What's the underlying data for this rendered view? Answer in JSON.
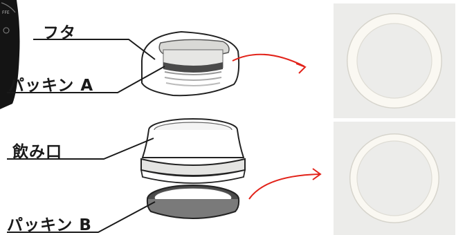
{
  "parts": {
    "lid": "フタ",
    "gasket_a": "パッキン A",
    "spout": "飲み口",
    "gasket_b": "パッキン B"
  },
  "photos": {
    "top": "gasket-a-photo",
    "bottom": "gasket-b-photo"
  },
  "colors": {
    "arrow": "#e2231a",
    "photo_bg": "#ececea",
    "ring": "#f7f5ef",
    "leader": "#1a1a1a"
  }
}
